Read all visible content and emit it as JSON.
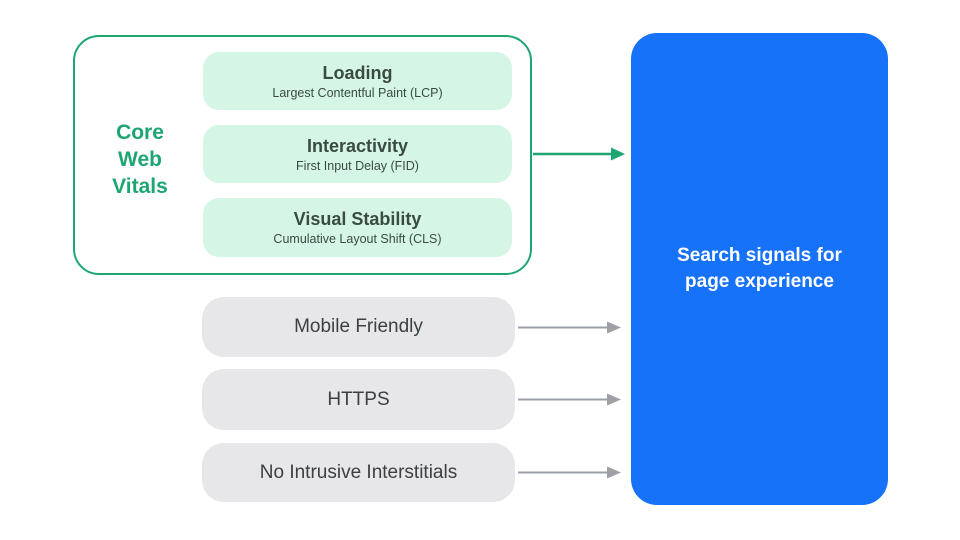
{
  "palette": {
    "green": "#1ea672",
    "green_fill": "#d5f6e5",
    "green_text": "#3a4b43",
    "blue": "#1772fa",
    "gray_fill": "#e7e7e9",
    "gray_text": "#3c4043",
    "gray_arrow": "#9aa0a6",
    "white": "#ffffff"
  },
  "core_web_vitals": {
    "label": "Core Web Vitals",
    "items": [
      {
        "title": "Loading",
        "subtitle": "Largest Contentful Paint (LCP)"
      },
      {
        "title": "Interactivity",
        "subtitle": "First Input Delay (FID)"
      },
      {
        "title": "Visual Stability",
        "subtitle": "Cumulative Layout Shift (CLS)"
      }
    ]
  },
  "other_signals": {
    "items": [
      {
        "label": "Mobile Friendly"
      },
      {
        "label": "HTTPS"
      },
      {
        "label": "No Intrusive Interstitials"
      }
    ]
  },
  "result": {
    "label": "Search signals for page experience"
  }
}
